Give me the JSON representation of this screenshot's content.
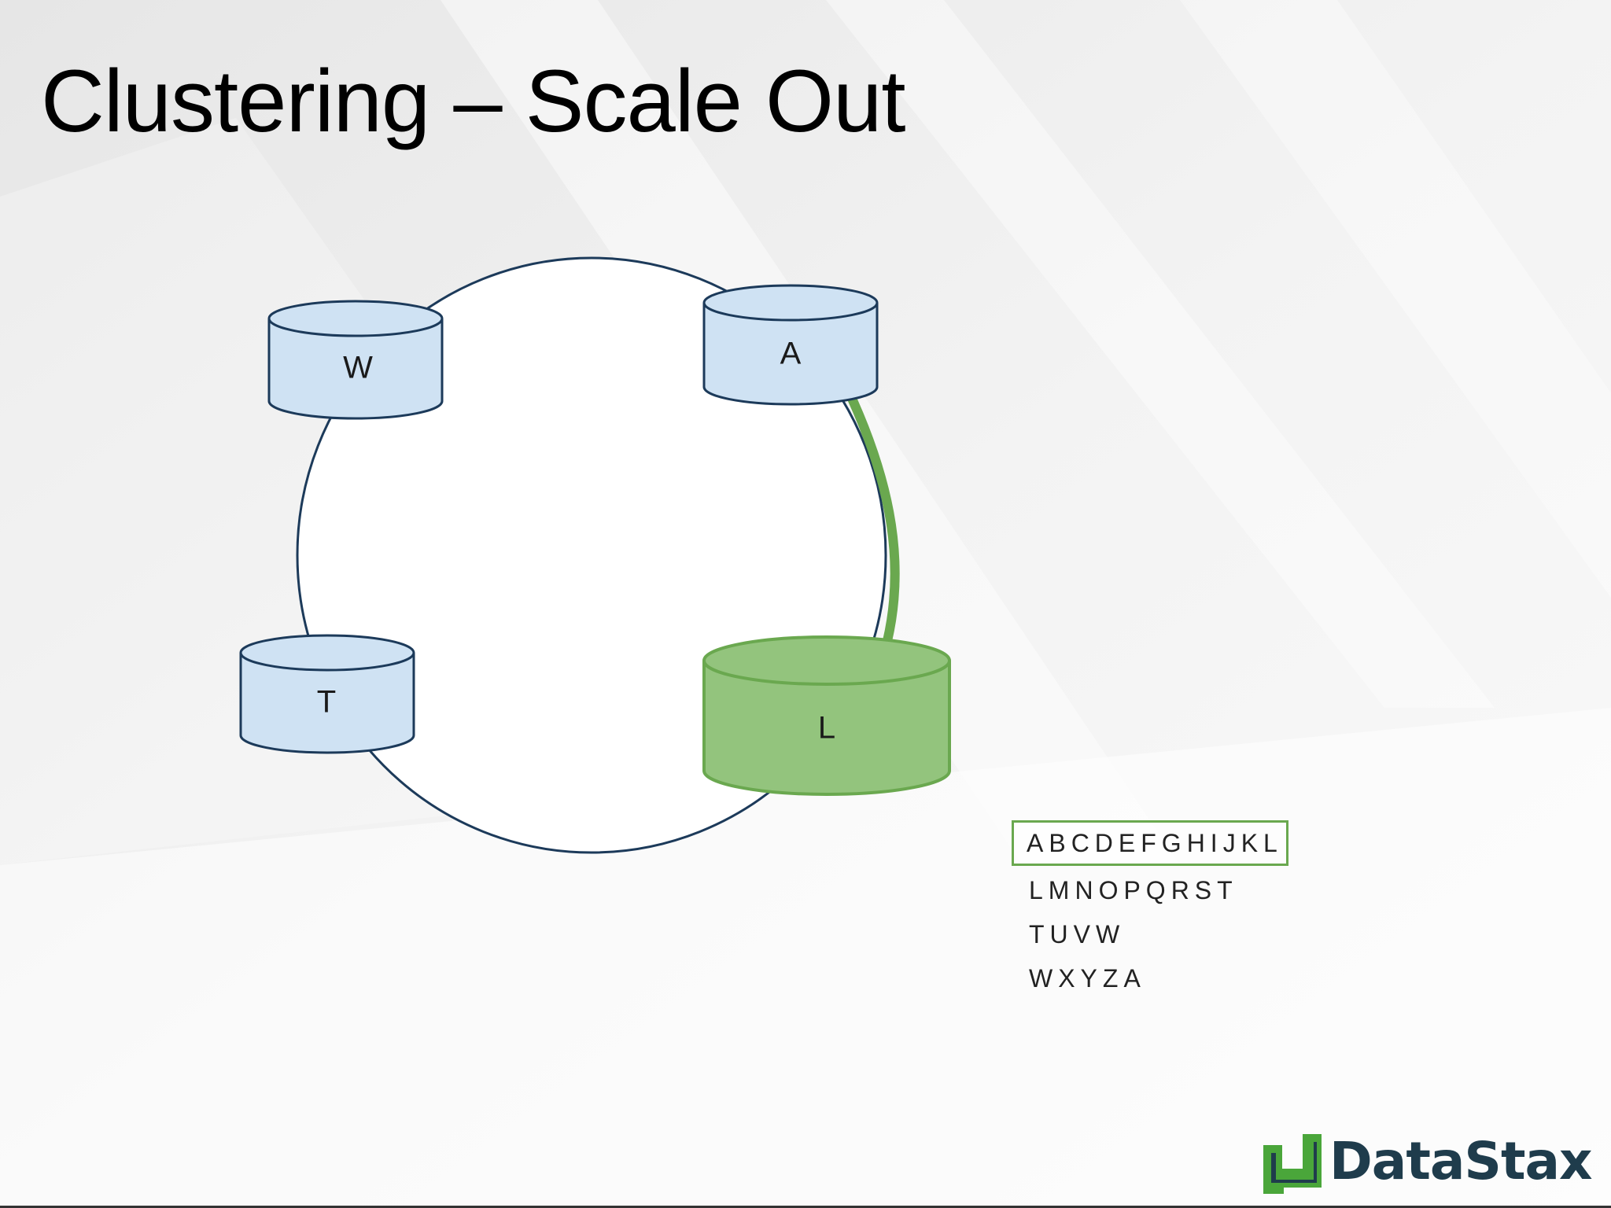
{
  "slide": {
    "title": "Clustering – Scale Out"
  },
  "ring": {
    "nodes": [
      {
        "id": "W",
        "label": "W",
        "highlighted": false
      },
      {
        "id": "A",
        "label": "A",
        "highlighted": false
      },
      {
        "id": "T",
        "label": "T",
        "highlighted": false
      },
      {
        "id": "L",
        "label": "L",
        "highlighted": true
      }
    ],
    "colors": {
      "node_fill": "#cfe2f3",
      "node_stroke": "#1c3a5a",
      "ring_stroke": "#1c3a5a",
      "highlight_fill": "#93c47d",
      "highlight_stroke": "#6aa84f"
    }
  },
  "token_ranges": [
    {
      "text": "ABCDEFGHIJKL",
      "highlighted": true
    },
    {
      "text": "LMNOPQRST",
      "highlighted": false
    },
    {
      "text": "TUVW",
      "highlighted": false
    },
    {
      "text": "WXYZA",
      "highlighted": false
    }
  ],
  "logo": {
    "text": "DataStax",
    "color": "#1f3c4c",
    "mark_color": "#4aa63a"
  }
}
